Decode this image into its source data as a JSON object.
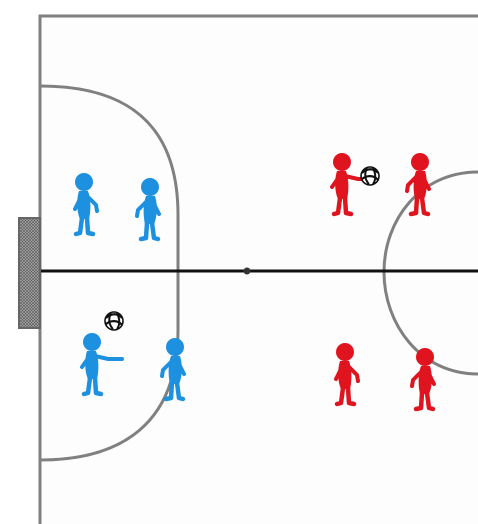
{
  "diagram": {
    "court": {
      "line_color": "#808080",
      "surface_color": "#fdfdfd",
      "center_line_color": "#111111",
      "goal_color": "#8c8c8c"
    },
    "teams": [
      {
        "name": "",
        "color": "#1e90e0",
        "players": [
          {
            "id": "blue-1",
            "pose": "standing"
          },
          {
            "id": "blue-2",
            "pose": "standing"
          },
          {
            "id": "blue-3",
            "pose": "passing"
          },
          {
            "id": "blue-4",
            "pose": "standing"
          }
        ]
      },
      {
        "name": "",
        "color": "#e0141e",
        "players": [
          {
            "id": "red-1",
            "pose": "passing"
          },
          {
            "id": "red-2",
            "pose": "standing"
          },
          {
            "id": "red-3",
            "pose": "standing"
          },
          {
            "id": "red-4",
            "pose": "standing"
          }
        ]
      }
    ],
    "balls": [
      {
        "id": "ball-1",
        "icon": "ball-icon"
      },
      {
        "id": "ball-2",
        "icon": "ball-icon"
      }
    ]
  }
}
